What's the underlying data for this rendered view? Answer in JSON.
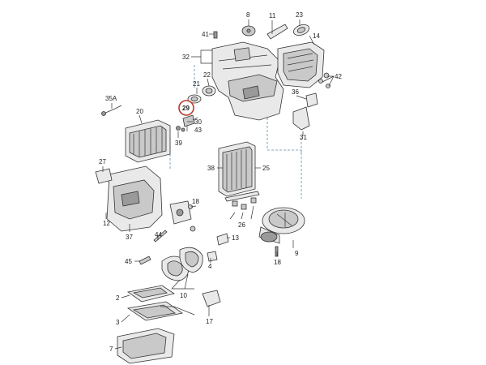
{
  "labels": {
    "l8": "8",
    "l11": "11",
    "l23": "23",
    "l14": "14",
    "l41": "41",
    "l32": "32",
    "l22": "22",
    "l21": "21",
    "l29": "29",
    "l36": "36",
    "l42": "42",
    "l35a": "35A",
    "l20": "20",
    "l30": "30",
    "l43": "43",
    "l39": "39",
    "l31": "31",
    "l38": "38",
    "l25": "25",
    "l27": "27",
    "l18a": "18",
    "l12": "12",
    "l26": "26",
    "l9": "9",
    "l37": "37",
    "l44": "44",
    "l13": "13",
    "l18b": "18",
    "l45": "45",
    "l4": "4",
    "l10": "10",
    "l2": "2",
    "l17": "17",
    "l3": "3",
    "l7": "7"
  },
  "highlighted_part": "29",
  "colors": {
    "highlight": "#c0392b",
    "leader_dash": "#5a8fb0"
  }
}
